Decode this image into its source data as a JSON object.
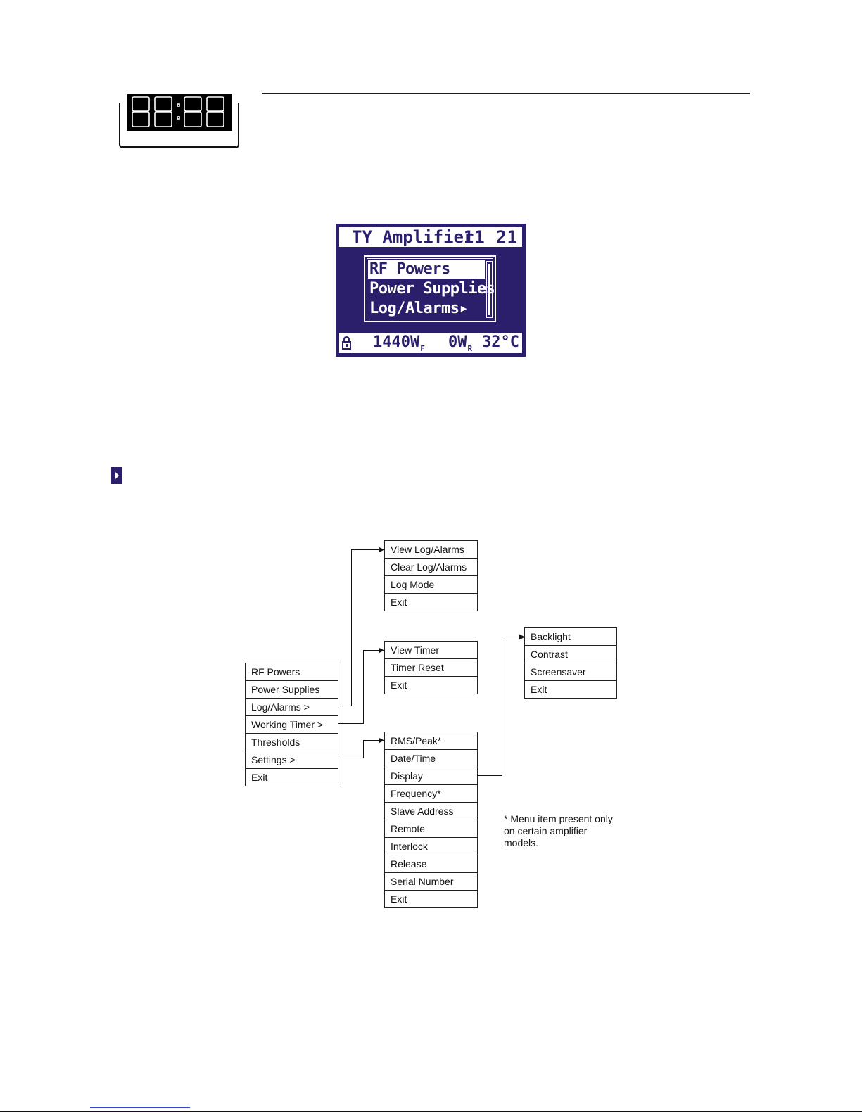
{
  "clock": {
    "display": "88:88"
  },
  "lcd": {
    "title": "TY Amplifier",
    "time": "11 21",
    "menu_items": [
      {
        "label": "RF Powers",
        "selected": true
      },
      {
        "label": "Power Supplies",
        "selected": false
      },
      {
        "label": "Log/Alarms▸",
        "selected": false
      }
    ],
    "status": {
      "forward_value": "1440W",
      "forward_sub": "F",
      "reflected_value": "0W",
      "reflected_sub": "R",
      "temperature": "32°C"
    }
  },
  "menu_tree": {
    "main": [
      "RF Powers",
      "Power Supplies",
      "Log/Alarms >",
      "Working Timer >",
      "Thresholds",
      "Settings >",
      "Exit"
    ],
    "log_alarms": [
      "View Log/Alarms",
      "Clear Log/Alarms",
      "Log Mode",
      "Exit"
    ],
    "working_timer": [
      "View Timer",
      "Timer Reset",
      "Exit"
    ],
    "settings": [
      "RMS/Peak*",
      "Date/Time",
      "Display",
      "Frequency*",
      "Slave Address",
      "Remote",
      "Interlock",
      "Release",
      "Serial Number",
      "Exit"
    ],
    "display": [
      "Backlight",
      "Contrast",
      "Screensaver",
      "Exit"
    ]
  },
  "note": "* Menu item present only on certain amplifier models.",
  "colors": {
    "lcd_blue": "#2b1f6b",
    "line": "#222222"
  }
}
